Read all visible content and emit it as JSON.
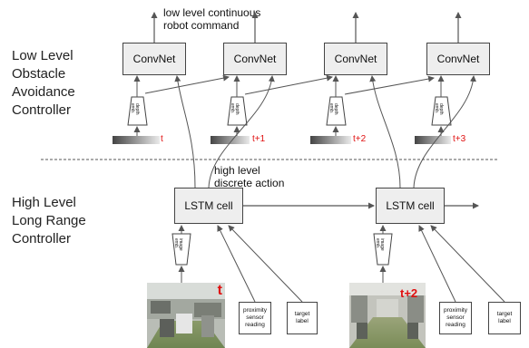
{
  "sections": {
    "low_level": "Low Level\nObstacle\nAvoidance\nController",
    "high_level": "High Level\nLong Range\nController"
  },
  "annotations": {
    "robot_command": "low  level continuous\nrobot command",
    "discrete_action": "high level\ndiscrete action"
  },
  "convnet_label": "ConvNet",
  "lstm_label": "LSTM cell",
  "depth_emb_label": "depth\nemb.",
  "image_emb_label": "image\nemb.",
  "proximity_label": "proximity\nsensor\nreading",
  "target_label": "target\nlabel",
  "time_labels": [
    "t",
    "t+1",
    "t+2",
    "t+3"
  ],
  "photo_labels": [
    "t",
    "t+2"
  ],
  "colors": {
    "time_label": "#e01010",
    "box_fill": "#eeeeee",
    "gradient_dark": "#444444",
    "gradient_light": "#eaeaea",
    "arrow": "#555555"
  }
}
